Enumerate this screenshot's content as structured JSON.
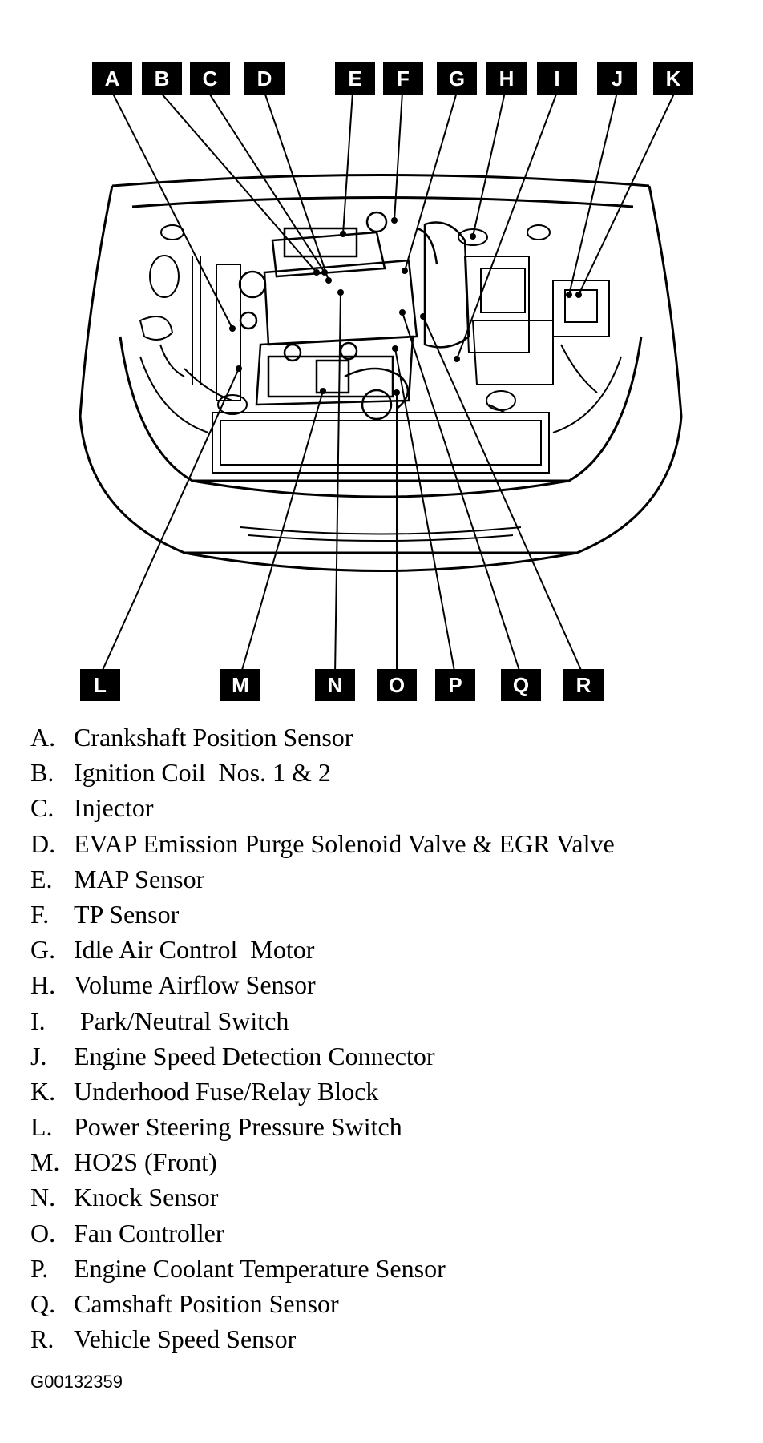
{
  "callouts_top": [
    "A",
    "B",
    "C",
    "D",
    "E",
    "F",
    "G",
    "H",
    "I",
    "J",
    "K"
  ],
  "callouts_bottom": [
    "L",
    "M",
    "N",
    "O",
    "P",
    "Q",
    "R"
  ],
  "legend": [
    {
      "key": "A.",
      "text": "Crankshaft Position Sensor"
    },
    {
      "key": "B.",
      "text": "Ignition Coil  Nos. 1 & 2"
    },
    {
      "key": "C.",
      "text": "Injector"
    },
    {
      "key": "D.",
      "text": "EVAP Emission Purge Solenoid Valve & EGR Valve"
    },
    {
      "key": "E.",
      "text": "MAP Sensor"
    },
    {
      "key": "F.",
      "text": "TP Sensor"
    },
    {
      "key": "G.",
      "text": "Idle Air Control  Motor"
    },
    {
      "key": "H.",
      "text": "Volume Airflow Sensor"
    },
    {
      "key": "I.",
      "text": " Park/Neutral Switch"
    },
    {
      "key": "J.",
      "text": "Engine Speed Detection Connector"
    },
    {
      "key": "K.",
      "text": "Underhood Fuse/Relay Block"
    },
    {
      "key": "L.",
      "text": "Power Steering Pressure Switch"
    },
    {
      "key": "M.",
      "text": "HO2S (Front)"
    },
    {
      "key": "N.",
      "text": "Knock Sensor"
    },
    {
      "key": "O.",
      "text": "Fan Controller"
    },
    {
      "key": "P.",
      "text": "Engine Coolant Temperature Sensor"
    },
    {
      "key": "Q.",
      "text": "Camshaft Position Sensor"
    },
    {
      "key": "R.",
      "text": "Vehicle Speed Sensor"
    }
  ],
  "figure_code": "G00132359"
}
